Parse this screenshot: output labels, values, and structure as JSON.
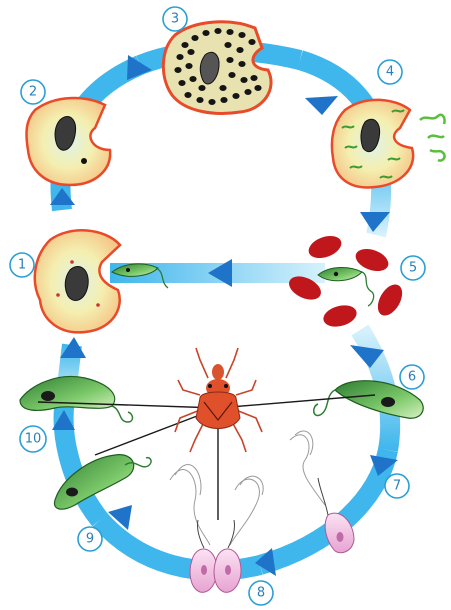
{
  "stages": [
    {
      "label": "1"
    },
    {
      "label": "2"
    },
    {
      "label": "3"
    },
    {
      "label": "4"
    },
    {
      "label": "5"
    },
    {
      "label": "6"
    },
    {
      "label": "7"
    },
    {
      "label": "8"
    },
    {
      "label": "9"
    },
    {
      "label": "10"
    }
  ],
  "colors": {
    "flow": "#3fb6ec",
    "flow_light": "#c9ecfb",
    "arrowhead": "#1f74c9",
    "cell_fill": "#f6e9a0",
    "cell_border": "#e84a2a",
    "parasite_green": "#4caf50",
    "rbc": "#c0171c",
    "bug": "#e0502a",
    "label_ring": "#2a9fd6"
  }
}
